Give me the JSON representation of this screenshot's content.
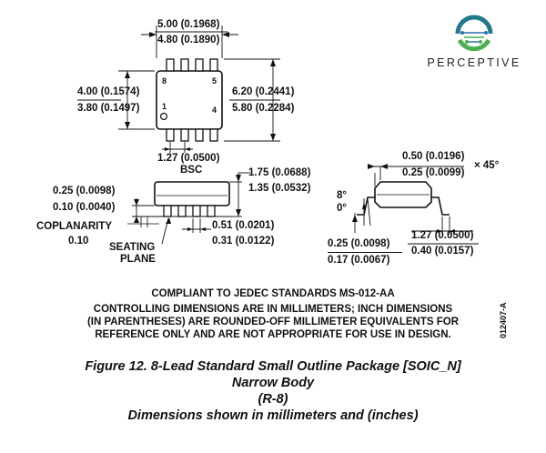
{
  "logo": {
    "name": "PERCEPTIVE",
    "icon": "circuit-globe-icon",
    "colors": {
      "teal": "#1f7a8c",
      "green": "#4caf50",
      "blue": "#2a6fb0"
    }
  },
  "top_view": {
    "width_max": "5.00 (0.1968)",
    "width_min": "4.80 (0.1890)",
    "body_max": "4.00 (0.1574)",
    "body_min": "3.80 (0.1497)",
    "span_max": "6.20 (0.2441)",
    "span_min": "5.80 (0.2284)",
    "pin_8": "8",
    "pin_5": "5",
    "pin_1": "1",
    "pin_4": "4",
    "pitch": "1.27 (0.0500)",
    "pitch_suffix": "BSC"
  },
  "side_view": {
    "height_max": "1.75 (0.0688)",
    "height_min": "1.35 (0.0532)",
    "standoff_max": "0.25 (0.0098)",
    "standoff_min": "0.10 (0.0040)",
    "lead_w_max": "0.51 (0.0201)",
    "lead_w_min": "0.31 (0.0122)",
    "coplanarity_label": "COPLANARITY",
    "coplanarity_value": "0.10",
    "seating_line1": "SEATING",
    "seating_line2": "PLANE"
  },
  "end_view": {
    "chamfer_max": "0.50 (0.0196)",
    "chamfer_min": "0.25 (0.0099)",
    "chamfer_suffix": "× 45°",
    "angle_max": "8°",
    "angle_min": "0°",
    "thick_max": "0.25 (0.0098)",
    "thick_min": "0.17 (0.0067)",
    "foot_max": "1.27 (0.0500)",
    "foot_min": "0.40 (0.0157)"
  },
  "notes": {
    "line1": "COMPLIANT TO JEDEC STANDARDS MS-012-AA",
    "line2": "CONTROLLING DIMENSIONS ARE IN MILLIMETERS; INCH DIMENSIONS",
    "line3": "(IN PARENTHESES) ARE ROUNDED-OFF MILLIMETER EQUIVALENTS FOR",
    "line4": "REFERENCE ONLY AND ARE NOT APPROPRIATE FOR USE IN DESIGN."
  },
  "doc_code": "012407-A",
  "caption": {
    "line1": "Figure 12. 8-Lead Standard Small Outline Package [SOIC_N]",
    "line2": "Narrow Body",
    "line3": "(R-8)",
    "line4": "Dimensions shown in millimeters and (inches)"
  }
}
